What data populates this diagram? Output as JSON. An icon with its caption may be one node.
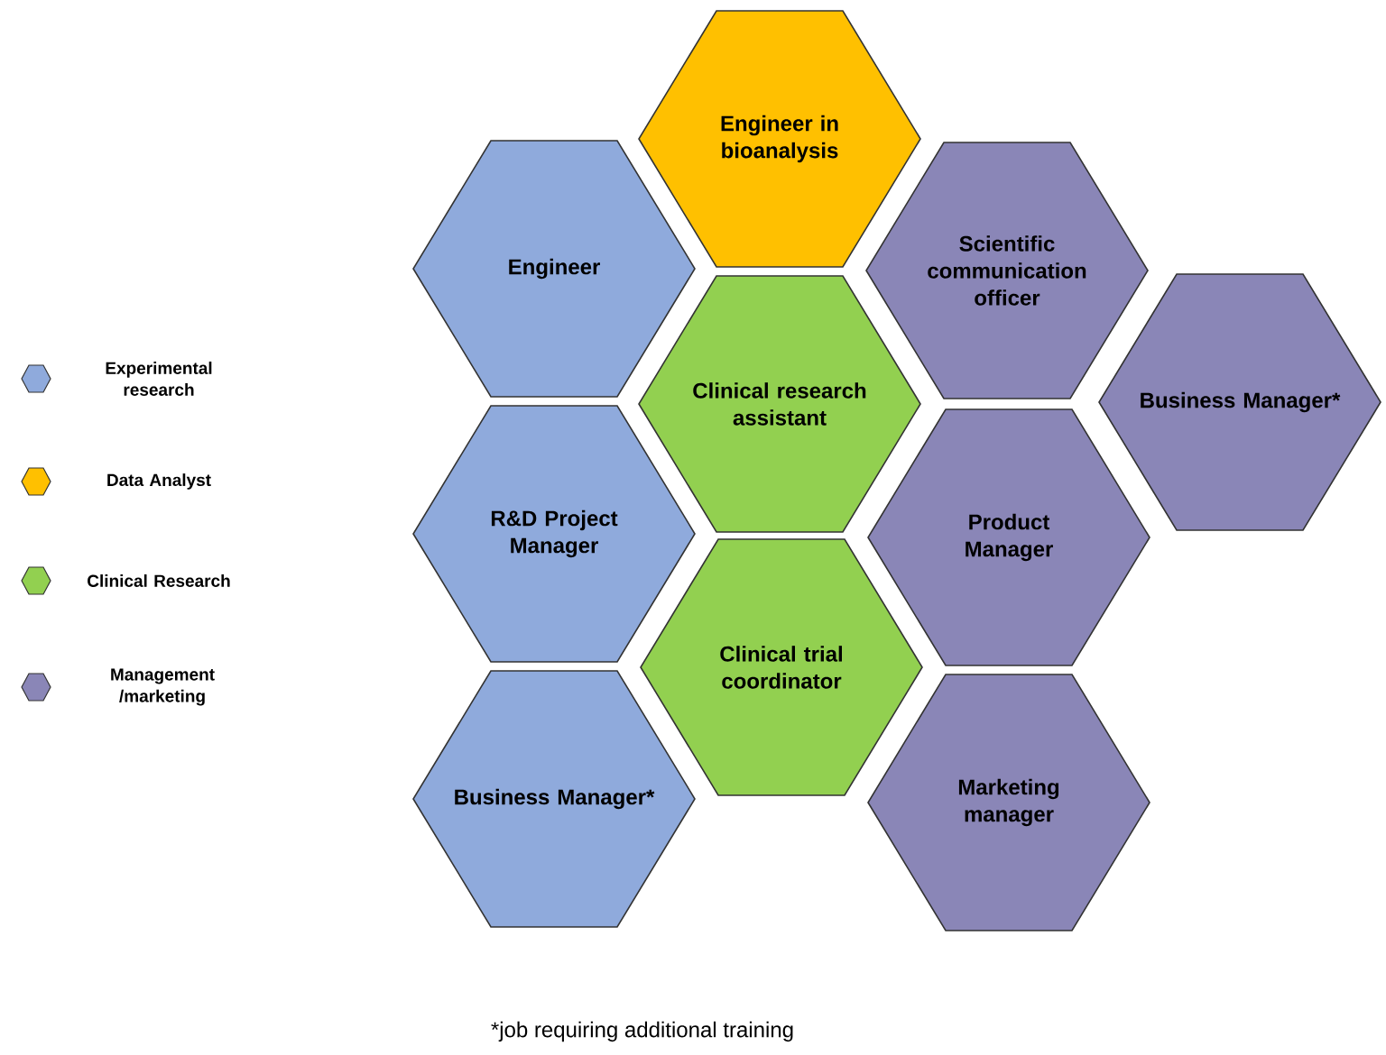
{
  "diagram": {
    "nodes": [
      {
        "text": [
          "Engineer in bioanalysis"
        ]
      },
      {
        "text": [
          "Engineer"
        ]
      },
      {
        "text": [
          "Scientific communication officer"
        ]
      },
      {
        "text": [
          "Clinical research assistant"
        ]
      },
      {
        "text": [
          "Business Manager*"
        ]
      },
      {
        "text": [
          "R&D Project Manager"
        ]
      },
      {
        "text": [
          "Product Manager"
        ]
      },
      {
        "text": [
          "Clinical trial coordinator"
        ]
      },
      {
        "text": [
          "Business Manager*"
        ]
      },
      {
        "text": [
          "Marketing manager"
        ]
      }
    ],
    "edges": [],
    "labels": [
      "*job requiring additional training"
    ],
    "legend": [
      {
        "text": "Experimental research",
        "color": "#8faadc"
      },
      {
        "text": "Data Analyst",
        "color": "#ffc000"
      },
      {
        "text": "Clinical Research",
        "color": "#92d050"
      },
      {
        "text": "Management /marketing",
        "color": "#8a86b7"
      }
    ]
  }
}
